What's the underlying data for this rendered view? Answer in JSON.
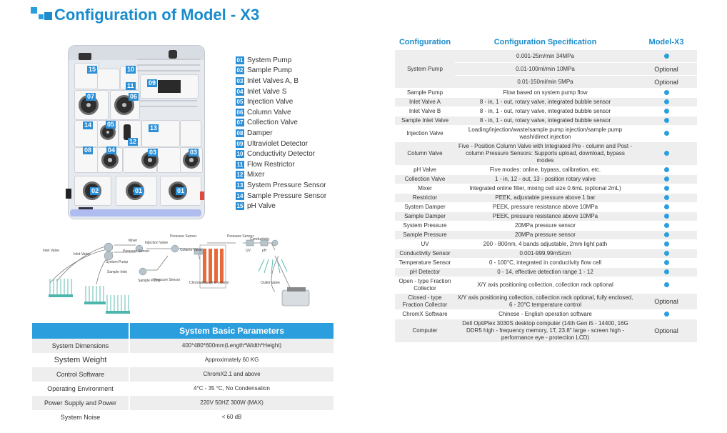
{
  "title": "Configuration of Model - X3",
  "colors": {
    "accent": "#2b9ede",
    "title": "#1a8ccc",
    "row_alt": "#eeeeee"
  },
  "legend": [
    {
      "num": "01",
      "label": "System Pump"
    },
    {
      "num": "02",
      "label": "Sample Pump"
    },
    {
      "num": "03",
      "label": "Inlet Valves A, B"
    },
    {
      "num": "04",
      "label": "Inlet Valve S"
    },
    {
      "num": "05",
      "label": "Injection Valve"
    },
    {
      "num": "06",
      "label": "Column Valve"
    },
    {
      "num": "07",
      "label": "Collection Valve"
    },
    {
      "num": "08",
      "label": "Damper"
    },
    {
      "num": "09",
      "label": "Ultraviolet Detector"
    },
    {
      "num": "10",
      "label": "Conductivity Detector"
    },
    {
      "num": "11",
      "label": "Flow Restrictor"
    },
    {
      "num": "12",
      "label": "Mixer"
    },
    {
      "num": "13",
      "label": "System Pressure Sensor"
    },
    {
      "num": "14",
      "label": "Sample Pressure Sensor"
    },
    {
      "num": "15",
      "label": "pH Valve"
    }
  ],
  "instrument_badges": [
    "15",
    "10",
    "11",
    "09",
    "07",
    "06",
    "14",
    "05",
    "12",
    "13",
    "08",
    "04",
    "03",
    "03",
    "02",
    "01",
    "01"
  ],
  "flow_labels": {
    "inlet_valve_1": "Inlet Valve",
    "inlet_valve_2": "Inlet Valve",
    "system_pump": "System Pump",
    "mixer": "Mixer",
    "pressure_sensor_1": "Pressure Sensor",
    "injection_valve": "Injection Valve",
    "pressure_sensor_2": "Pressure Sensor",
    "pressure_sensor_3": "Pressure Sensor",
    "pressure_sensor_4": "Pressure Sensor",
    "column_valve": "Column Valve",
    "conductivity": "Conductivity",
    "uv": "UV",
    "ph": "pH",
    "sample_inlet": "Sample Inlet",
    "sample_pump": "Sample Pump",
    "chromatographic_column": "Chromatographic column",
    "outlet_valve": "Outlet Valve"
  },
  "basic_params": {
    "title": "System Basic Parameters",
    "rows": [
      {
        "label": "System Dimensions",
        "value": "400*480*600mm(Length*Width*Height)"
      },
      {
        "label": "System Weight",
        "value": "Approximately 60 KG"
      },
      {
        "label": "Control Software",
        "value": "ChromX2.1 and above"
      },
      {
        "label": "Operating Environment",
        "value": "4°C - 35 °C, No Condensation"
      },
      {
        "label": "Power Supply and Power",
        "value": "220V 50HZ  300W  (MAX)"
      },
      {
        "label": "System Noise",
        "value": "< 60 dB"
      }
    ]
  },
  "spec_table": {
    "headers": [
      "Configuration",
      "Configuration Specification",
      "Model-X3"
    ],
    "system_pump": {
      "label": "System Pump",
      "options": [
        {
          "spec": "0.001-25m/min 34MPa",
          "model": "dot"
        },
        {
          "spec": "0.01-100ml/min 10MPa",
          "model": "Optional"
        },
        {
          "spec": "0.01-150ml/min 5MPa",
          "model": "Optional"
        }
      ]
    },
    "rows": [
      {
        "label": "Sample Pump",
        "spec": "Flow based on system pump flow",
        "model": "dot"
      },
      {
        "label": "Inlet Valve A",
        "spec": "8 - in, 1 - out, rotary valve, integrated bubble sensor",
        "model": "dot"
      },
      {
        "label": "Inlet Valve B",
        "spec": "8 - in, 1 - out, rotary valve, integrated bubble sensor",
        "model": "dot"
      },
      {
        "label": "Sample Inlet Valve",
        "spec": "8 - in, 1 - out, rotary valve, integrated bubble sensor",
        "model": "dot"
      },
      {
        "label": "Injection Valve",
        "spec": "Loading/injection/waste/sample pump injection/sample pump wash/direct injection",
        "model": "dot"
      },
      {
        "label": "Column Valve",
        "spec": "Five - Position Column Valve with Integrated Pre - column and Post - column Pressure Sensors: Supports upload, download, bypass modes",
        "model": "dot"
      },
      {
        "label": "pH Valve",
        "spec": "Five modes: online, bypass, calibration, etc.",
        "model": "dot"
      },
      {
        "label": "Collection Valve",
        "spec": "1 - in, 12 - out, 13 - position rotary valve",
        "model": "dot"
      },
      {
        "label": "Mixer",
        "spec": "Integrated online filter, mixing cell size 0.6mL (optional 2mL)",
        "model": "dot"
      },
      {
        "label": "Restrictor",
        "spec": "PEEK, adjustable pressure above 1 bar",
        "model": "dot"
      },
      {
        "label": "System Damper",
        "spec": "PEEK, pressure resistance above 10MPa",
        "model": "dot"
      },
      {
        "label": "Sample Damper",
        "spec": "PEEK, pressure resistance above 10MPa",
        "model": "dot"
      },
      {
        "label": "System Pressure",
        "spec": "20MPa pressure sensor",
        "model": "dot"
      },
      {
        "label": "Sample Pressure",
        "spec": "20MPa pressure sensor",
        "model": "dot"
      },
      {
        "label": "UV",
        "spec": "200 - 800nm, 4 bands adjustable, 2mm light path",
        "model": "dot"
      },
      {
        "label": "Conductivity Sensor",
        "spec": "0.001-999.99mS/cm",
        "model": "dot"
      },
      {
        "label": "Temperature Sensor",
        "spec": "0 - 100°C, integrated in conductivity flow cell",
        "model": "dot"
      },
      {
        "label": "pH Detector",
        "spec": "0 - 14, effective detection range 1 - 12",
        "model": "dot"
      },
      {
        "label": "Open - type Fraction Collector",
        "spec": "X/Y axis positioning collection, collection rack optional",
        "model": "dot"
      },
      {
        "label": "Closed - type Fraction Collector",
        "spec": "X/Y axis positioning collection, collection rack optional, fully enclosed, 6 - 20°C temperature control",
        "model": "Optional"
      },
      {
        "label": "ChromX Software",
        "spec": "Chinese - English operation software",
        "model": "dot"
      },
      {
        "label": "Computer",
        "spec": "Dell OptiPlex 3030S desktop computer (14th Gen i5 - 14400, 16G DDR5 high - frequency memory, 1T, 23.8\" large - screen high - performance eye - protection LCD)",
        "model": "Optional"
      }
    ]
  }
}
